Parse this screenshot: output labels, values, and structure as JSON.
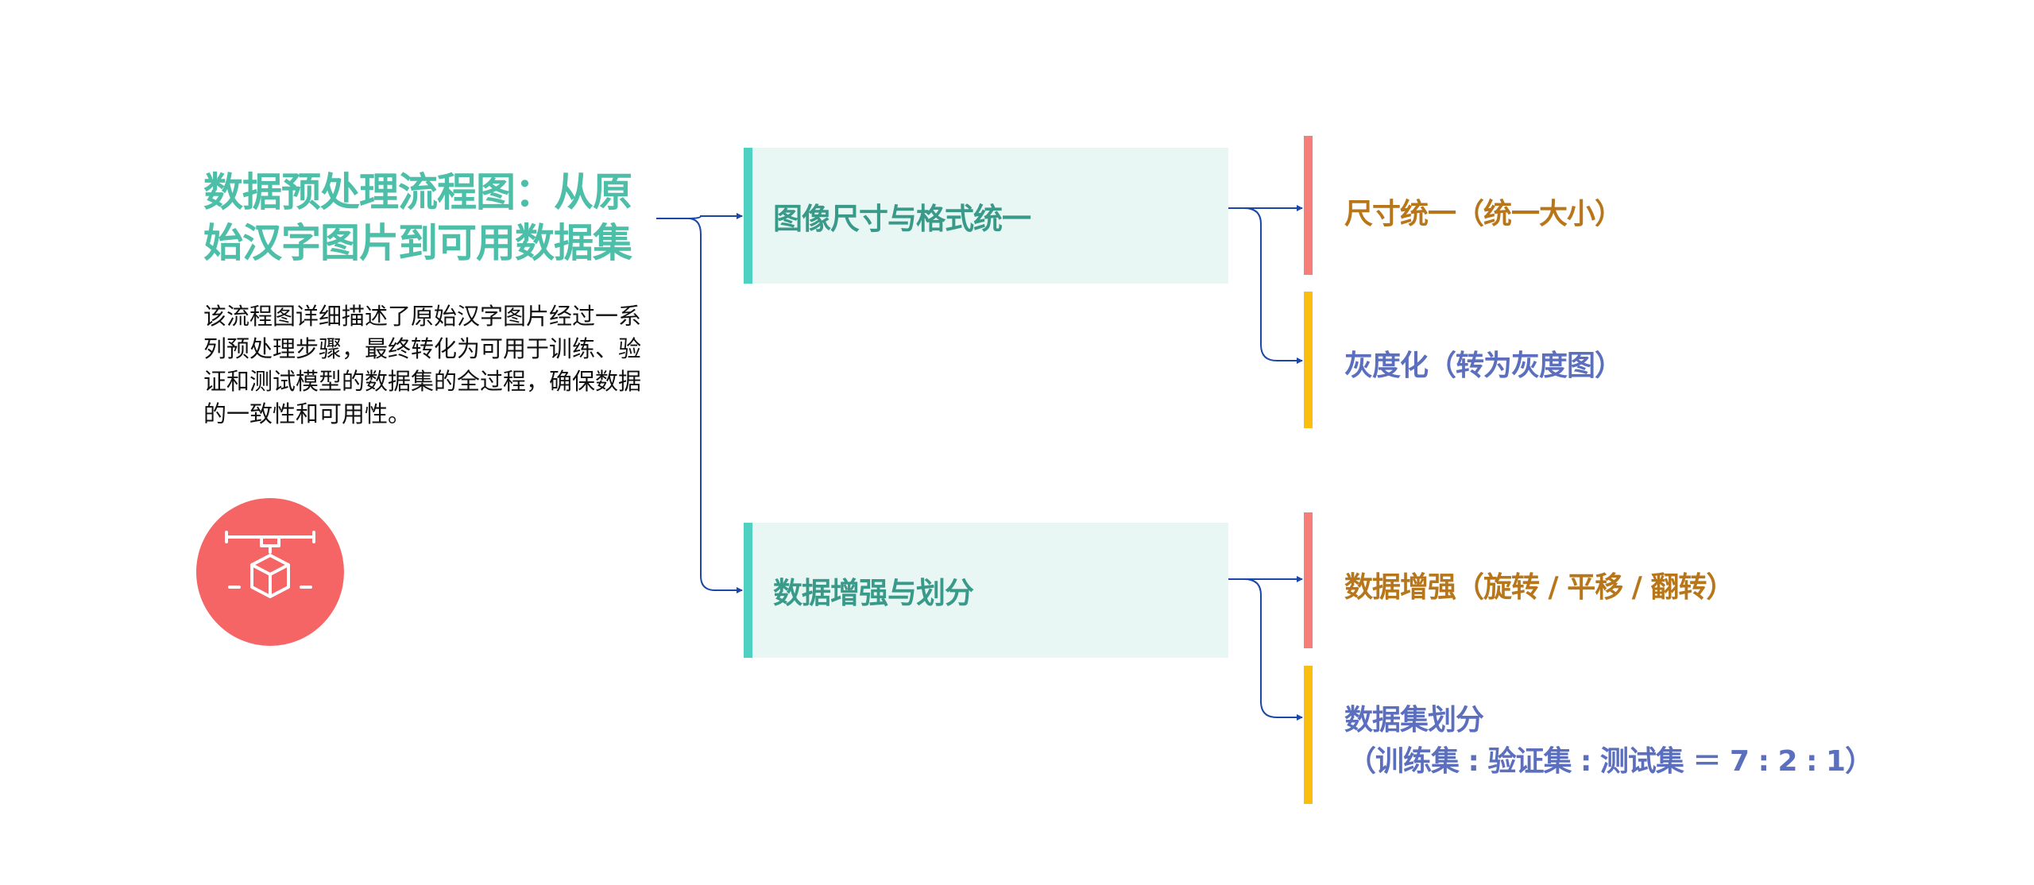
{
  "title": "数据预处理流程图：从原始汉字图片到可用数据集",
  "description": "该流程图详细描述了原始汉字图片经过一系列预处理步骤，最终转化为可用于训练、验证和测试模型的数据集的全过程，确保数据的一致性和可用性。",
  "icon": "3d-printer-cube-icon",
  "colors": {
    "title": "#4DBFA8",
    "box_text": "#3A9A8A",
    "box_bg": "#E8F7F4",
    "box_bar": "#4FD1C1",
    "connector": "#1A47A8",
    "orange_text": "#B8761A",
    "blue_text": "#5B6FBE",
    "salmon": "#F77E78",
    "yellow": "#FBBE0F",
    "circle": "#F56565"
  },
  "nodes": [
    {
      "label": "图像尺寸与格式统一",
      "children": [
        {
          "label": "尺寸统一（统一大小）"
        },
        {
          "label": "灰度化（转为灰度图）"
        }
      ]
    },
    {
      "label": "数据增强与划分",
      "children": [
        {
          "label": "数据增强（旋转 / 平移 / 翻转）"
        },
        {
          "label": "数据集划分",
          "sub": "（训练集 : 验证集 : 测试集 ＝ 7 : 2 : 1）"
        }
      ]
    }
  ]
}
